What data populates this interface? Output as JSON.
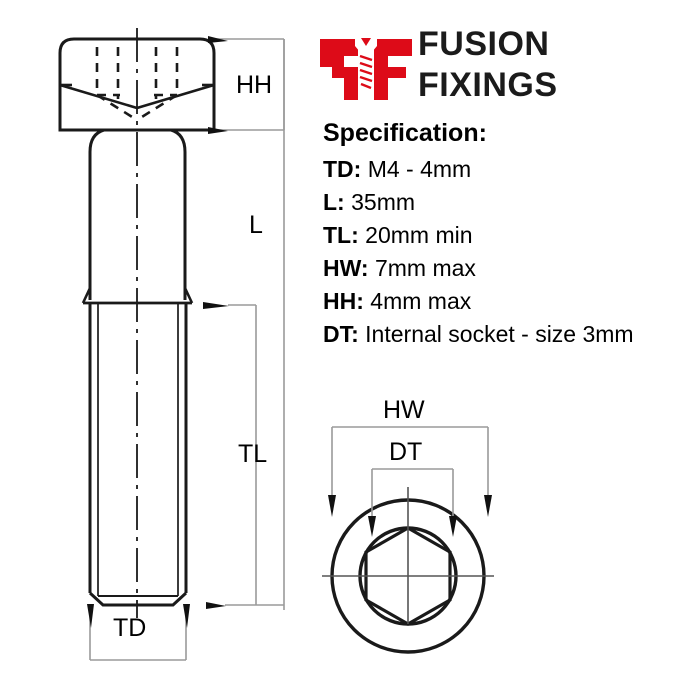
{
  "logo": {
    "mark_name": "fusion-fixings-screw-logo",
    "brand_color": "#DD0B18",
    "text_color": "#1B1B1B",
    "line1": "FUSION",
    "line2": "FIXINGS"
  },
  "specification": {
    "heading": "Specification:",
    "rows": [
      {
        "key": "TD:",
        "value": "M4 - 4mm"
      },
      {
        "key": "L:",
        "value": "35mm"
      },
      {
        "key": "TL:",
        "value": "20mm min"
      },
      {
        "key": "HW:",
        "value": "7mm max"
      },
      {
        "key": "HH:",
        "value": "4mm max"
      },
      {
        "key": "DT:",
        "value": "Internal socket - size 3mm"
      }
    ]
  },
  "drawing": {
    "line_color": "#1A1A1A",
    "dimension_line_color": "#9A9A9A",
    "labels": {
      "head_height": "HH",
      "length": "L",
      "thread_length": "TL",
      "thread_diameter": "TD",
      "head_width": "HW",
      "drive_type": "DT"
    }
  }
}
